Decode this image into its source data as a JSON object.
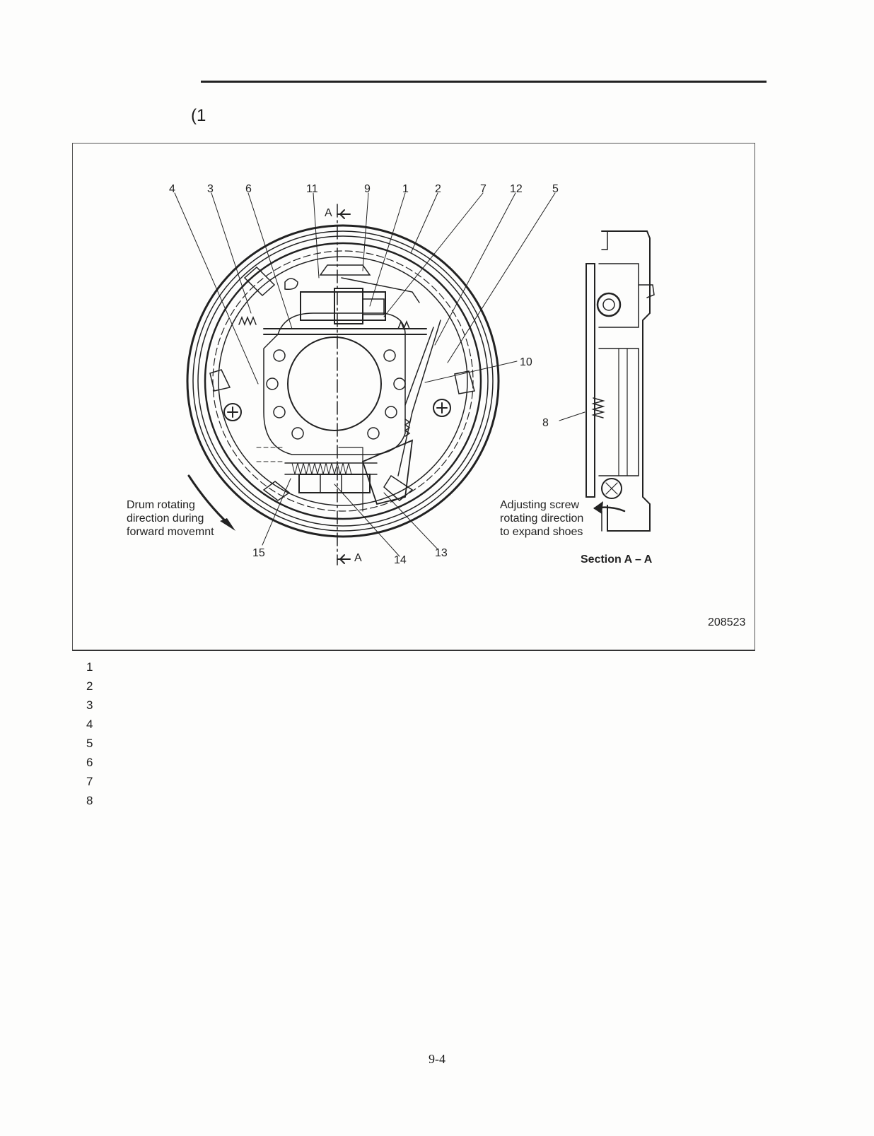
{
  "header": {
    "section_title": "(1"
  },
  "figure": {
    "callouts": [
      "4",
      "3",
      "6",
      "11",
      "9",
      "1",
      "2",
      "7",
      "12",
      "5",
      "10",
      "8",
      "15",
      "14",
      "13"
    ],
    "section_markers": [
      "A",
      "A"
    ],
    "drum_caption": [
      "Drum rotating",
      "direction during",
      "forward movemnt"
    ],
    "screw_caption": [
      "Adjusting screw",
      "rotating direction",
      "to expand shoes"
    ],
    "section_label": "Section A – A",
    "figure_id": "208523"
  },
  "legend_numbers": [
    "1",
    "2",
    "3",
    "4",
    "5",
    "6",
    "7",
    "8"
  ],
  "footer": {
    "page_number": "9-4"
  }
}
